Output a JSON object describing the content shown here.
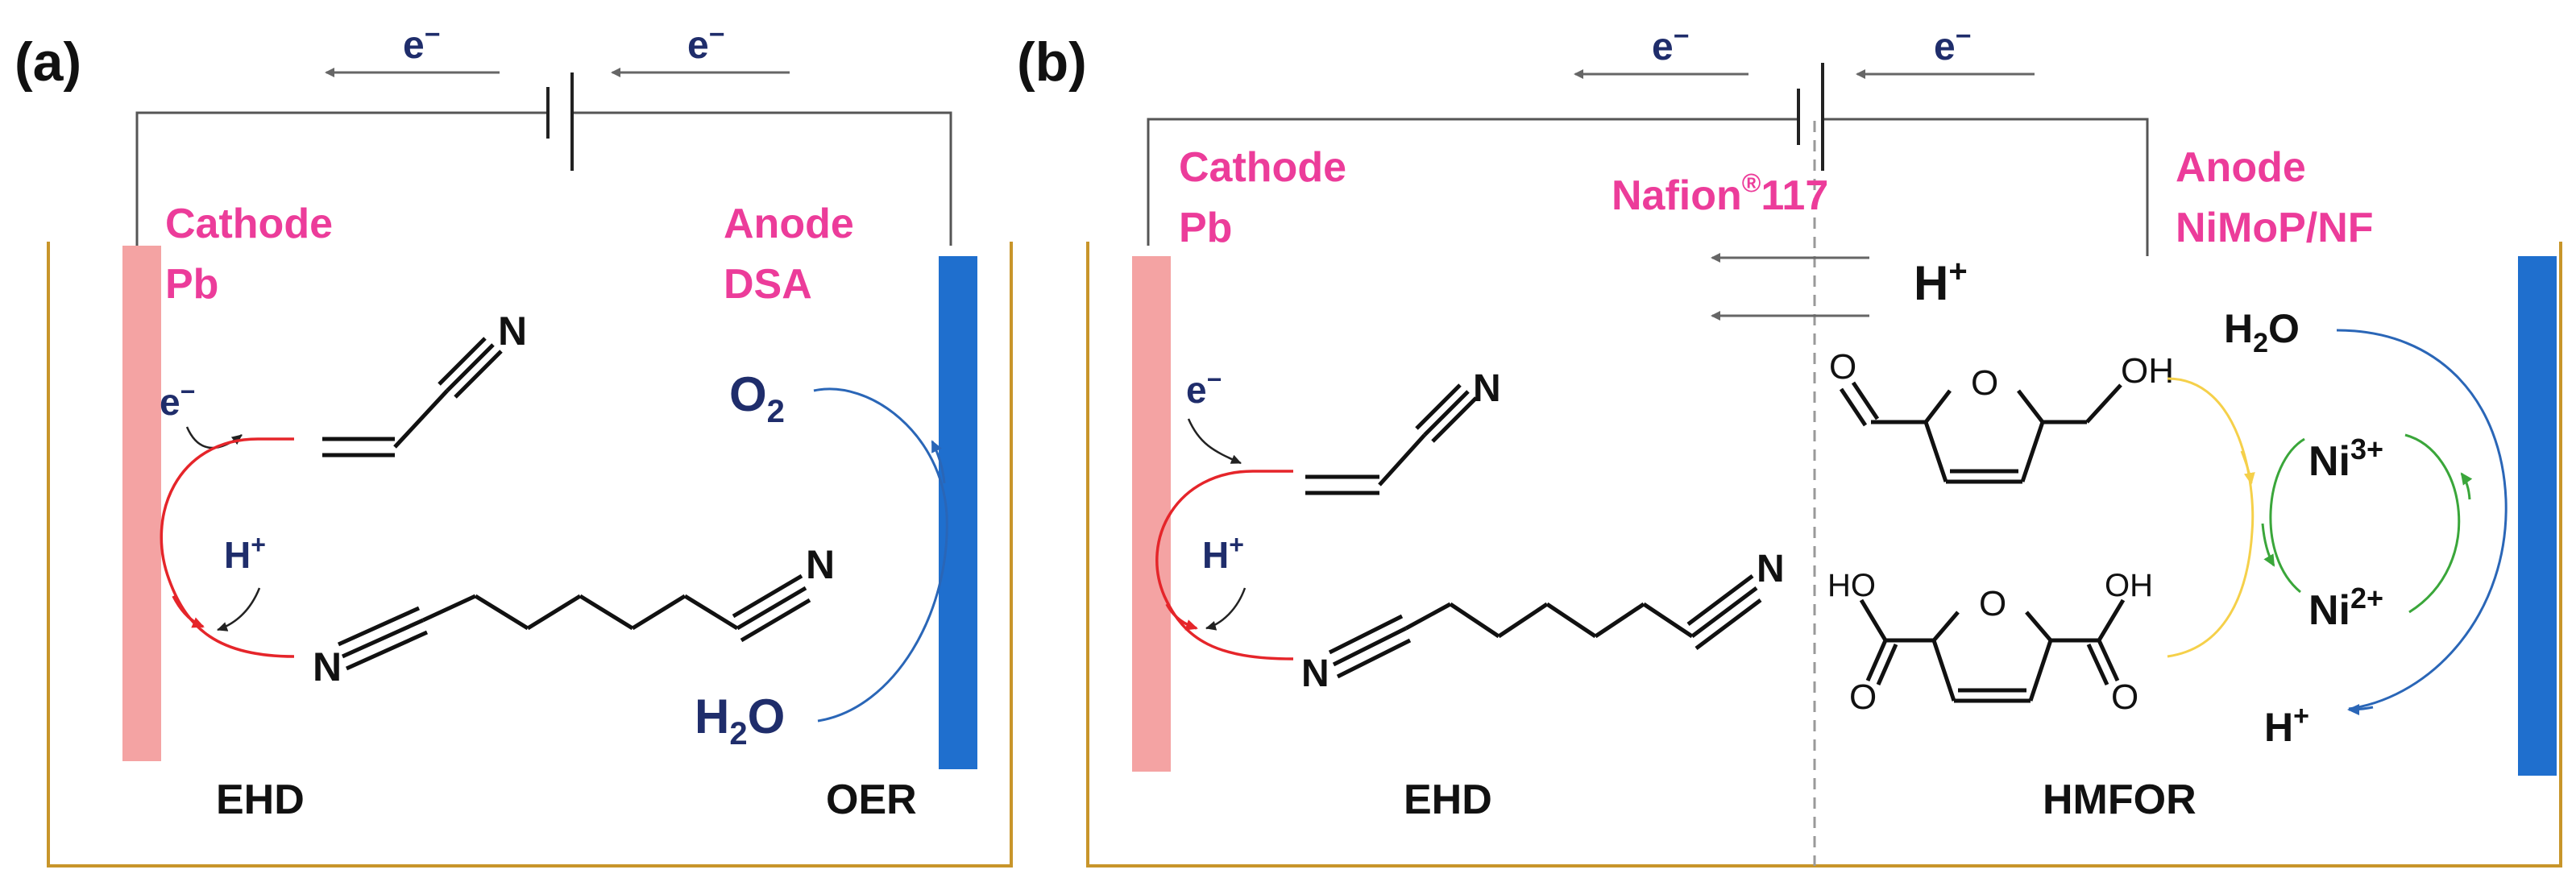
{
  "panel_a": {
    "tag": "(a)",
    "electron_left": "e",
    "electron_right": "e",
    "minus": "−",
    "cathode_title": "Cathode",
    "cathode_material": "Pb",
    "anode_title": "Anode",
    "anode_material": "DSA",
    "e_at_cathode": "e",
    "h_at_cathode": "H",
    "plus": "+",
    "o2": "O",
    "o2_sub": "2",
    "h2o": "H",
    "h2o_sub": "2",
    "h2o_tail": "O",
    "n_top": "N",
    "n_left": "N",
    "n_right": "N",
    "bottom_left": "EHD",
    "bottom_right": "OER"
  },
  "panel_b": {
    "tag": "(b)",
    "electron_left": "e",
    "electron_right": "e",
    "minus": "−",
    "cathode_title": "Cathode",
    "cathode_material": "Pb",
    "membrane": "Nafion",
    "membrane_sup": "®",
    "membrane_num": "117",
    "anode_title": "Anode",
    "anode_material": "NiMoP/NF",
    "proton": "H",
    "plus": "+",
    "e_at_cathode": "e",
    "h_at_cathode": "H",
    "n_top": "N",
    "n_left": "N",
    "n_right": "N",
    "o_ald": "O",
    "o_ring1": "O",
    "oh1": "OH",
    "ho2": "HO",
    "oh2": "OH",
    "o_ring2": "O",
    "o_acid1": "O",
    "o_acid2": "O",
    "h2o": "H",
    "h2o_sub": "2",
    "h2o_tail": "O",
    "ni3": "Ni",
    "ni3_sup": "3+",
    "ni2": "Ni",
    "ni2_sup": "2+",
    "h_out": "H",
    "bottom_left": "EHD",
    "bottom_right": "HMFOR"
  },
  "colors": {
    "pink_label": "#ec3c9a",
    "navy_label": "#1f2d6b",
    "cathode_bar": "#f4a3a3",
    "anode_bar": "#1f6fce",
    "cell_border": "#c8952a",
    "red_arc": "#e5252a",
    "blue_arc": "#2a66b7",
    "yellow_arc": "#f5d04a",
    "green_arc": "#3aa63a"
  },
  "icons": [
    "battery-icon",
    "arrow-left-icon",
    "membrane-divider-icon"
  ]
}
